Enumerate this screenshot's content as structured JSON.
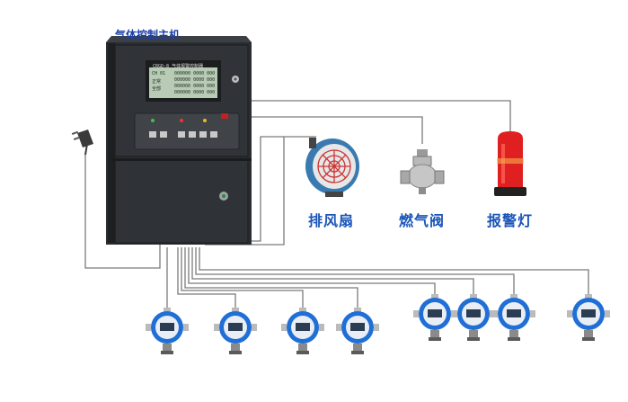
{
  "title": "气体控制主机",
  "controller": {
    "header": "CRGD-8 气体报警控制器",
    "left_cells": [
      "CH 01",
      "正常",
      "全部"
    ],
    "rows": [
      "000000 0000 000 ",
      "000000 0000 000 ",
      "000000 0000 000 ",
      "000000 0000 000 "
    ]
  },
  "outputs": [
    {
      "name": "exhaust-fan",
      "label": "排风扇"
    },
    {
      "name": "gas-valve",
      "label": "燃气阀"
    },
    {
      "name": "alarm-lamp",
      "label": "报警灯"
    }
  ],
  "detector_count": 8,
  "colors": {
    "wire": "#777777",
    "cabinet": "#2b2e31",
    "lcd": "#b8cbb4",
    "label": "#1a55b8",
    "detector": "#1f6fd6",
    "lamp": "#e02020"
  }
}
